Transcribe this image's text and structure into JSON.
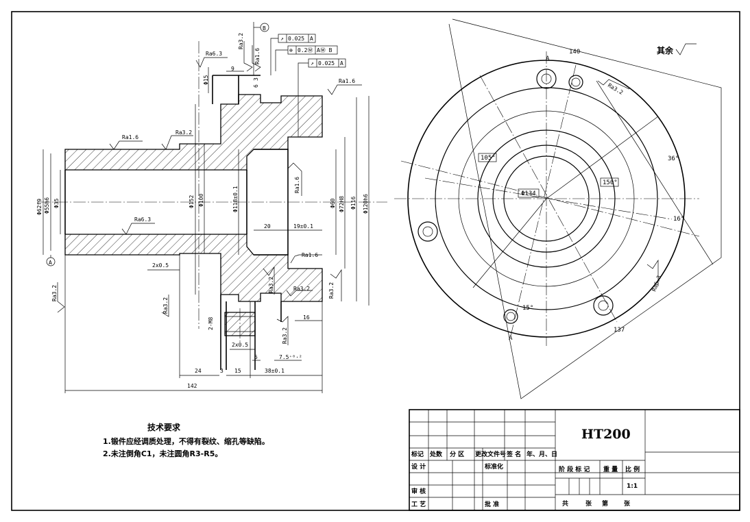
{
  "section_view": {
    "datum_b": "B",
    "datum_a": "A",
    "tolerance_frames": [
      {
        "symbol": "↗",
        "value": "0.025",
        "datum": "A"
      },
      {
        "symbol": "⊕",
        "value": "0.2Ⓜ",
        "datum": "AⓂ B"
      },
      {
        "symbol": "↗",
        "value": "0.025",
        "datum": "A"
      }
    ],
    "roughness": [
      "Ra6.3",
      "Ra3.2",
      "Ra1.6",
      "Ra1.6",
      "Ra1.6",
      "Ra3.2",
      "Ra6.3",
      "Ra1.6",
      "Ra1.6",
      "Ra3.2",
      "Ra3.2",
      "Ra3.2",
      "Ra3.2",
      "Ra3.2",
      "Ra3.2"
    ],
    "dia_labels": [
      "Φ62f9",
      "Φ55h6",
      "Φ35",
      "Φ15",
      "Φ152",
      "Φ100",
      "Φ118±0.1",
      "Φ60",
      "Φ72H8",
      "Φ116",
      "Φ120h6"
    ],
    "dims": [
      "9",
      "3",
      "6",
      "20",
      "19±0.1",
      "2x0.5",
      "2x0.5",
      "2-M8",
      "5",
      "7.5⁺⁰·²",
      "16",
      "24",
      "3",
      "15",
      "38±0.1",
      "142"
    ]
  },
  "plan_view": {
    "dims": [
      "140",
      "137",
      "Φ134"
    ],
    "angles": [
      "105°",
      "150°",
      "36°",
      "16°",
      "15°"
    ],
    "section_marks": [
      "A",
      "A"
    ],
    "roughness": [
      "Ra3.2",
      "Ra6.3"
    ],
    "rest_note": "其余"
  },
  "notes": {
    "title": "技术要求",
    "items": [
      "1.锻件应经调质处理，不得有裂纹、缩孔等缺陷。",
      "2.未注倒角C1，未注圆角R3-R5。"
    ]
  },
  "title_block": {
    "material": "HT200",
    "headers": [
      "标记",
      "处数",
      "分 区",
      "更改文件号",
      "签 名",
      "年、月、日"
    ],
    "design": "设 计",
    "standard": "标准化",
    "review": "审 核",
    "process": "工 艺",
    "approve": "批 准",
    "stage": "阶 段 标 记",
    "weight": "重 量",
    "scale_label": "比 例",
    "scale": "1:1",
    "total": "共",
    "sheets": "张",
    "page": "第",
    "sheet": "张"
  }
}
